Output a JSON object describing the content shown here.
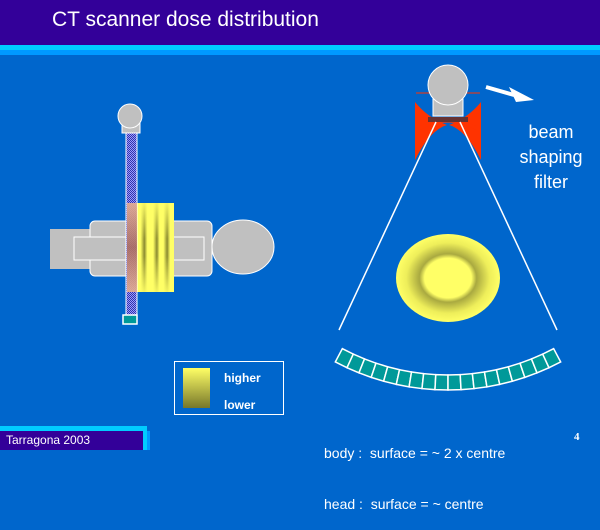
{
  "slide": {
    "title": "CT scanner dose distribution",
    "page_number": "4",
    "footer": "Tarragona 2003"
  },
  "labels": {
    "filter_label_lines": [
      "beam",
      "shaping",
      "filter"
    ]
  },
  "legend": {
    "higher": "higher",
    "lower": "lower"
  },
  "notes": {
    "body": "body :  surface = ~ 2 x centre",
    "head": "head :  surface = ~ centre"
  },
  "colors": {
    "background": "#0066cc",
    "header": "#330099",
    "band_light": "#00ccff",
    "band_mid": "#0099ff",
    "patient_gray": "#c0c0c0",
    "dose_yellow": "#ffff66",
    "filter_red": "#ff3300",
    "detector_teal": "#009999"
  },
  "detector_count": 18
}
